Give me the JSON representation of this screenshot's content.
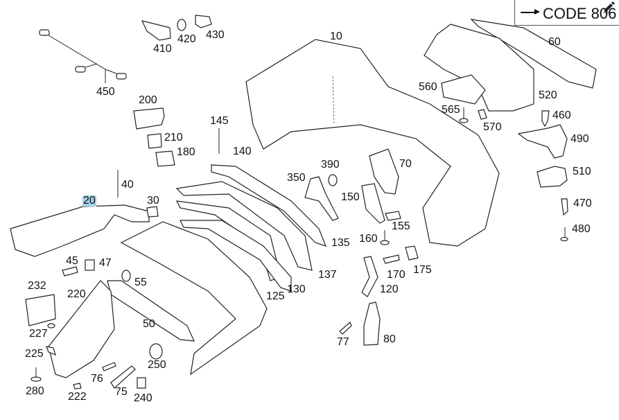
{
  "header": {
    "code_label": "CODE 806",
    "arrow_icon": "right-arrow-icon",
    "edit_icon": "pencil-edit-icon"
  },
  "highlight_color": "#9fd3e6",
  "parts": {
    "p10": "10",
    "p20": "20",
    "p30": "30",
    "p40": "40",
    "p45": "45",
    "p47": "47",
    "p50": "50",
    "p55": "55",
    "p60": "60",
    "p70": "70",
    "p75": "75",
    "p76": "76",
    "p77": "77",
    "p80": "80",
    "p120": "120",
    "p125": "125",
    "p130": "130",
    "p135": "135",
    "p137": "137",
    "p140": "140",
    "p145": "145",
    "p150": "150",
    "p155": "155",
    "p160": "160",
    "p170": "170",
    "p175": "175",
    "p180": "180",
    "p200": "200",
    "p210": "210",
    "p220": "220",
    "p222": "222",
    "p225": "225",
    "p227": "227",
    "p232": "232",
    "p240": "240",
    "p250": "250",
    "p280": "280",
    "p350": "350",
    "p390": "390",
    "p410": "410",
    "p420": "420",
    "p430": "430",
    "p450": "450",
    "p460": "460",
    "p470": "470",
    "p480": "480",
    "p490": "490",
    "p510": "510",
    "p520": "520",
    "p560": "560",
    "p565": "565",
    "p570": "570"
  },
  "selected_part": "20"
}
